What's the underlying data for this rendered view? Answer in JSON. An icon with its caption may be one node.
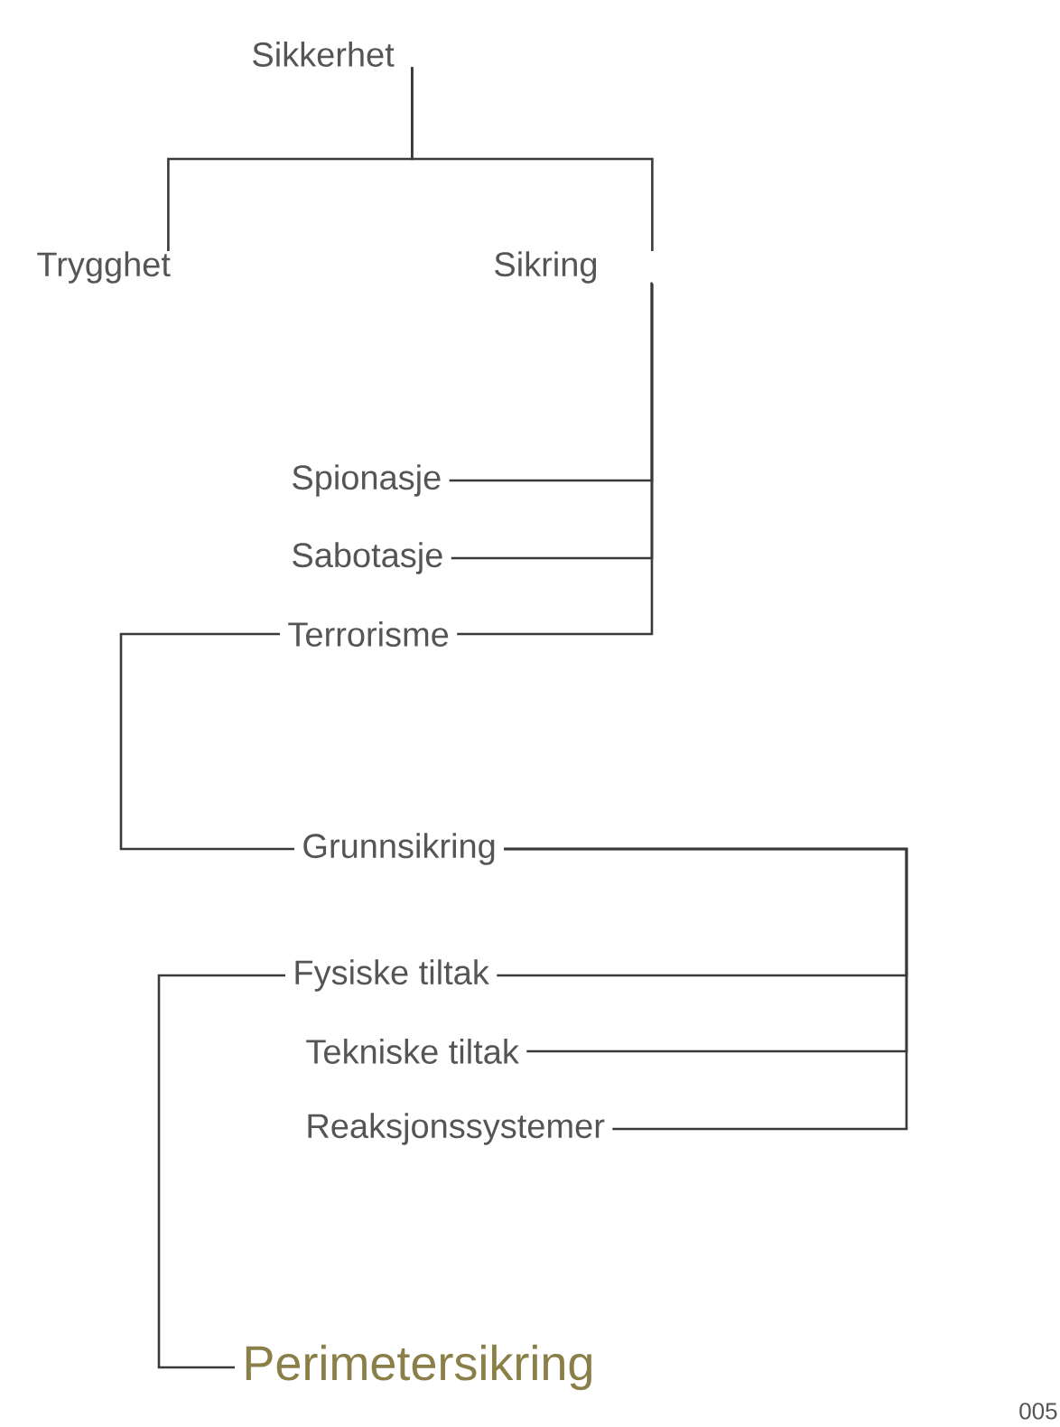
{
  "diagram": {
    "nodes": [
      {
        "text": [
          "Sikkerhet"
        ]
      },
      {
        "text": [
          "Trygghet"
        ]
      },
      {
        "text": [
          "Sikring"
        ]
      },
      {
        "text": [
          "Spionasje"
        ]
      },
      {
        "text": [
          "Sabotasje"
        ]
      },
      {
        "text": [
          "Terrorisme"
        ]
      },
      {
        "text": [
          "Grunnsikring"
        ]
      },
      {
        "text": [
          "Fysiske tiltak"
        ]
      },
      {
        "text": [
          "Tekniske tiltak"
        ]
      },
      {
        "text": [
          "Reaksjonssystemer"
        ]
      },
      {
        "text": [
          "Perimetersikring"
        ]
      }
    ],
    "edges": [
      {
        "from": 0,
        "to": 1,
        "arrow": "none"
      },
      {
        "from": 0,
        "to": 2,
        "arrow": "none"
      },
      {
        "from": 2,
        "to": 3,
        "arrow": "none"
      },
      {
        "from": 2,
        "to": 4,
        "arrow": "none"
      },
      {
        "from": 2,
        "to": 5,
        "arrow": "none"
      },
      {
        "from": 5,
        "to": 6,
        "arrow": "none"
      },
      {
        "from": 6,
        "to": 7,
        "arrow": "none"
      },
      {
        "from": 6,
        "to": 8,
        "arrow": "none"
      },
      {
        "from": 6,
        "to": 9,
        "arrow": "none"
      },
      {
        "from": 7,
        "to": 10,
        "arrow": "none"
      }
    ],
    "labels": [
      "005"
    ]
  }
}
